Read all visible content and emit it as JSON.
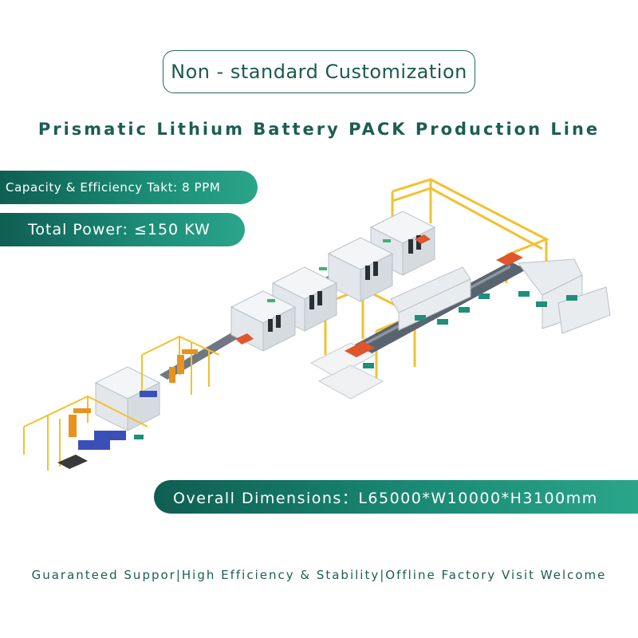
{
  "badge": {
    "label": "Non - standard Customization"
  },
  "title": "Prismatic Lithium Battery PACK Production Line",
  "specs": {
    "capacity": "Capacity & Efficiency Takt: 8 PPM",
    "power": "Total Power: ≤150 KW",
    "dimensions": "Overall Dimensions：L65000*W10000*H3100mm"
  },
  "footer": "Guaranteed Suppor|High Efficiency & Stability|Offline Factory Visit Welcome",
  "colors": {
    "accent_dark": "#0f5e52",
    "accent_light": "#2aa58a",
    "frame_yellow": "#f2c12e",
    "machine_gray": "#e8ecef",
    "conveyor_dark": "#5a6470",
    "pad_red": "#e0552c",
    "robot_orange": "#e8921f"
  }
}
